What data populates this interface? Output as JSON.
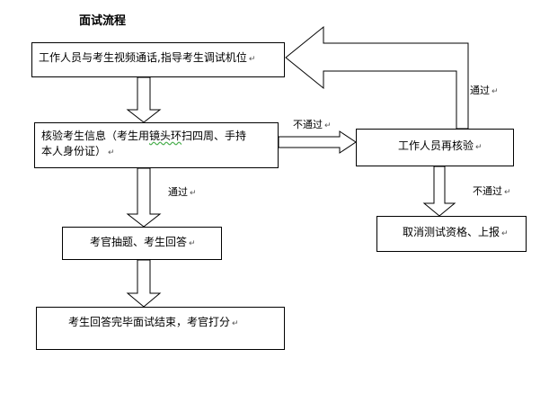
{
  "diagram": {
    "title": "面试流程",
    "para_mark": "↵",
    "nodes": {
      "step1": {
        "text": "工作人员与考生视频通话,指导考生调试机位"
      },
      "step2": {
        "line1_pre": "核验考生信息（考生用",
        "line1_wavy": "镜头环",
        "line1_post": "扫四周、手持",
        "line2": "本人身份证）"
      },
      "recheck": {
        "text": "工作人员再核验"
      },
      "cancel": {
        "text": "取消测试资格、上报"
      },
      "step3": {
        "text": "考官抽题、考生回答"
      },
      "step4": {
        "text": "考生回答完毕面试结束，考官打分"
      }
    },
    "edges": {
      "pass_1": "通过",
      "fail_1": "不通过",
      "pass_recheck": "通过",
      "fail_recheck": "不通过"
    }
  }
}
